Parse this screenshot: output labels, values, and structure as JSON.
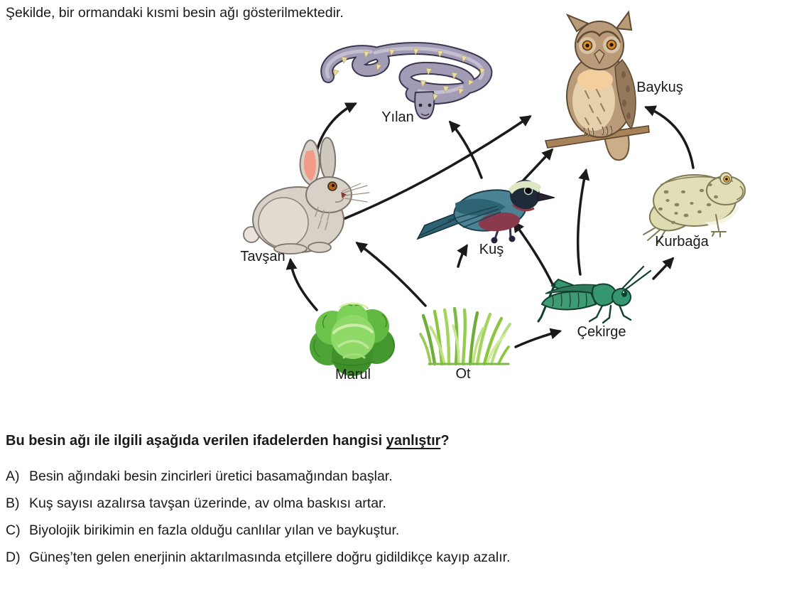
{
  "intro": "Şekilde, bir ormandaki kısmi besin ağı gösterilmektedir.",
  "diagram": {
    "title": "besin ağı (food web)",
    "arrow_color": "#1a1a1a",
    "organisms": [
      {
        "id": "yilan",
        "label": "Yılan",
        "type": "snake"
      },
      {
        "id": "baykus",
        "label": "Baykuş",
        "type": "owl"
      },
      {
        "id": "tavsan",
        "label": "Tavşan",
        "type": "rabbit"
      },
      {
        "id": "kus",
        "label": "Kuş",
        "type": "bird"
      },
      {
        "id": "kurbaga",
        "label": "Kurbağa",
        "type": "frog"
      },
      {
        "id": "cekirge",
        "label": "Çekirge",
        "type": "grasshopper"
      },
      {
        "id": "marul",
        "label": "Marul",
        "type": "lettuce"
      },
      {
        "id": "ot",
        "label": "Ot",
        "type": "grass"
      }
    ],
    "edges": [
      {
        "from": "Tavşan",
        "to": "Yılan"
      },
      {
        "from": "Tavşan",
        "to": "Baykuş"
      },
      {
        "from": "Kuş",
        "to": "Yılan"
      },
      {
        "from": "Kuş",
        "to": "Baykuş"
      },
      {
        "from": "Çekirge",
        "to": "Baykuş"
      },
      {
        "from": "Çekirge",
        "to": "Kuş"
      },
      {
        "from": "Çekirge",
        "to": "Kurbağa"
      },
      {
        "from": "Kurbağa",
        "to": "Baykuş"
      },
      {
        "from": "Ot",
        "to": "Tavşan"
      },
      {
        "from": "Ot",
        "to": "Kuş"
      },
      {
        "from": "Ot",
        "to": "Çekirge"
      },
      {
        "from": "Marul",
        "to": "Tavşan"
      }
    ]
  },
  "question": {
    "prefix": "Bu besin ağı ile ilgili aşağıda verilen ifadelerden hangisi ",
    "underlined": "yanlıştır",
    "suffix": "?",
    "options": [
      {
        "letter": "A)",
        "text": "Besin ağındaki besin zincirleri üretici basamağından başlar."
      },
      {
        "letter": "B)",
        "text": "Kuş sayısı azalırsa tavşan üzerinde, av olma baskısı artar."
      },
      {
        "letter": "C)",
        "text": "Biyolojik birikimin en fazla olduğu canlılar yılan ve baykuştur."
      },
      {
        "letter": "D)",
        "text": "Güneş’ten gelen enerjinin aktarılmasında etçillere doğru gidildikçe kayıp azalır."
      }
    ]
  }
}
